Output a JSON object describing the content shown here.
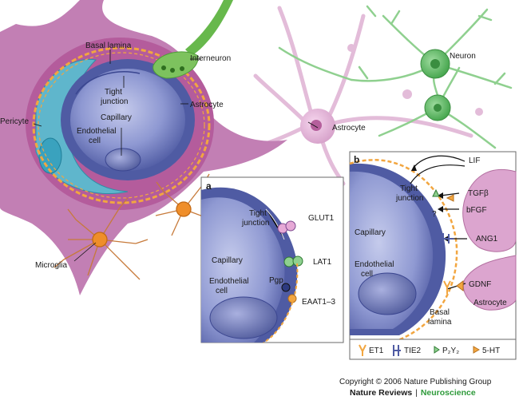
{
  "main_labels": {
    "basal_lamina": "Basal lamina",
    "interneuron": "Interneuron",
    "tight_junction": "Tight junction",
    "tight_junction_l1": "Tight",
    "tight_junction_l2": "junction",
    "capillary": "Capillary",
    "astrocyte": "Astrocyte",
    "pericyte": "Pericyte",
    "endothelial_l1": "Endothelial",
    "endothelial_l2": "cell",
    "astrocyte2": "Astrocyte",
    "neuron": "Neuron",
    "microglia": "Microglia"
  },
  "panel_a": {
    "letter": "a",
    "tight_l1": "Tight",
    "tight_l2": "junction",
    "glut1": "GLUT1",
    "capillary": "Capillary",
    "lat1": "LAT1",
    "endo_l1": "Endothelial",
    "endo_l2": "cell",
    "pgp": "Pgp",
    "eaat": "EAAT1–3"
  },
  "panel_b": {
    "letter": "b",
    "lif": "LIF",
    "tight_l1": "Tight",
    "tight_l2": "junction",
    "tgfb": "TGFβ",
    "bfgf": "bFGF",
    "question": "?",
    "capillary": "Capillary",
    "ang1": "ANG1",
    "endo_l1": "Endothelial",
    "endo_l2": "cell",
    "gdnf": "GDNF",
    "astrocyte": "Astrocyte",
    "basal_l1": "Basal",
    "basal_l2": "lamina"
  },
  "legend": {
    "et1": "ET1",
    "tie2": "TIE2",
    "p2y2": "P₂Y₂",
    "ht5": "5-HT"
  },
  "footer": {
    "copyright": "Copyright © 2006 Nature Publishing Group",
    "journal": "Nature Reviews",
    "separator": "|",
    "section": "Neuroscience"
  },
  "colors": {
    "endothelium": "#4f5ba3",
    "astrocyte": "#a64c8e",
    "pericyte": "#48a6c0",
    "lamina": "#f2a640",
    "neuron": "#49b04f",
    "microglia": "#e8892e"
  }
}
